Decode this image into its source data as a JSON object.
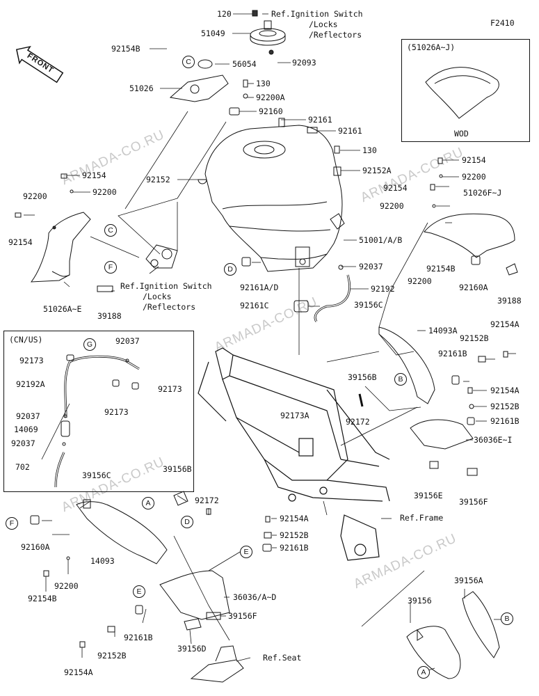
{
  "diagram_code": "F2410",
  "front_label": "FRONT",
  "watermark": "ARMADA-CO.RU",
  "inset_wod": {
    "header": "(51026A~J)",
    "footer": "WOD"
  },
  "inset_cnus": {
    "header": "(CN/US)"
  },
  "callouts": {
    "a": "A",
    "b": "B",
    "c": "C",
    "d": "D",
    "e": "E",
    "f": "F",
    "g": "G"
  },
  "ref_ignition": {
    "line1": "Ref.Ignition Switch",
    "line2": "/Locks",
    "line3": "/Reflectors"
  },
  "parts": {
    "p120": "120",
    "p51049": "51049",
    "p92093": "92093",
    "p92154B_top": "92154B",
    "p56054": "56054",
    "p51026": "51026",
    "p130_top": "130",
    "p92200A": "92200A",
    "p92160": "92160",
    "p92161_a": "92161",
    "p92161_b": "92161",
    "p130_mid": "130",
    "p92152_left": "92152",
    "p92152A": "92152A",
    "p92154_l": "92154",
    "p92200_l": "92200",
    "p92200_far": "92200",
    "p92154_far": "92154",
    "p51026AE": "51026A~E",
    "p39188_l": "39188",
    "p92161AD": "92161A/D",
    "p92161C": "92161C",
    "p51001": "51001/A/B",
    "p92037_mid": "92037",
    "p92192": "92192",
    "p39156C_mid": "39156C",
    "p14093A": "14093A",
    "p92154_r1": "92154",
    "p92200_r1": "92200",
    "p92154_r2": "92154",
    "p92200_r2": "92200",
    "p51026FJ": "51026F~J",
    "p92160A_r": "92160A",
    "p39188_r": "39188",
    "p92154B_r": "92154B",
    "p92200_r3": "92200",
    "p92154A_r1": "92154A",
    "p92152B_r1": "92152B",
    "p92161B_r1": "92161B",
    "p39156B_mid": "39156B",
    "p92172_mid": "92172",
    "p92154A_r2": "92154A",
    "p92152B_r2": "92152B",
    "p92161B_r2": "92161B",
    "p36036EI": "36036E~I",
    "p39156E": "39156E",
    "p39156F_r": "39156F",
    "p92173A": "92173A",
    "p92173_a": "92173",
    "p92037_g": "92037",
    "p92192A": "92192A",
    "p92173_b": "92173",
    "p92173_c": "92173",
    "p92037_b": "92037",
    "p14069": "14069",
    "p92037_c": "92037",
    "p702": "702",
    "p39156C_low": "39156C",
    "p39156B_low": "39156B",
    "p92172_low": "92172",
    "p92160A_l": "92160A",
    "p14093": "14093",
    "p92200_low": "92200",
    "p92154B_low": "92154B",
    "p92154A_c": "92154A",
    "p92152B_c": "92152B",
    "p92161B_c": "92161B",
    "p36036AD": "36036/A~D",
    "p39156F_c": "39156F",
    "p92161B_low": "92161B",
    "p92152B_low": "92152B",
    "p39156D": "39156D",
    "p92154A_low": "92154A",
    "p39156A": "39156A",
    "p39156": "39156"
  },
  "ref_frame": "Ref.Frame",
  "ref_seat": "Ref.Seat"
}
